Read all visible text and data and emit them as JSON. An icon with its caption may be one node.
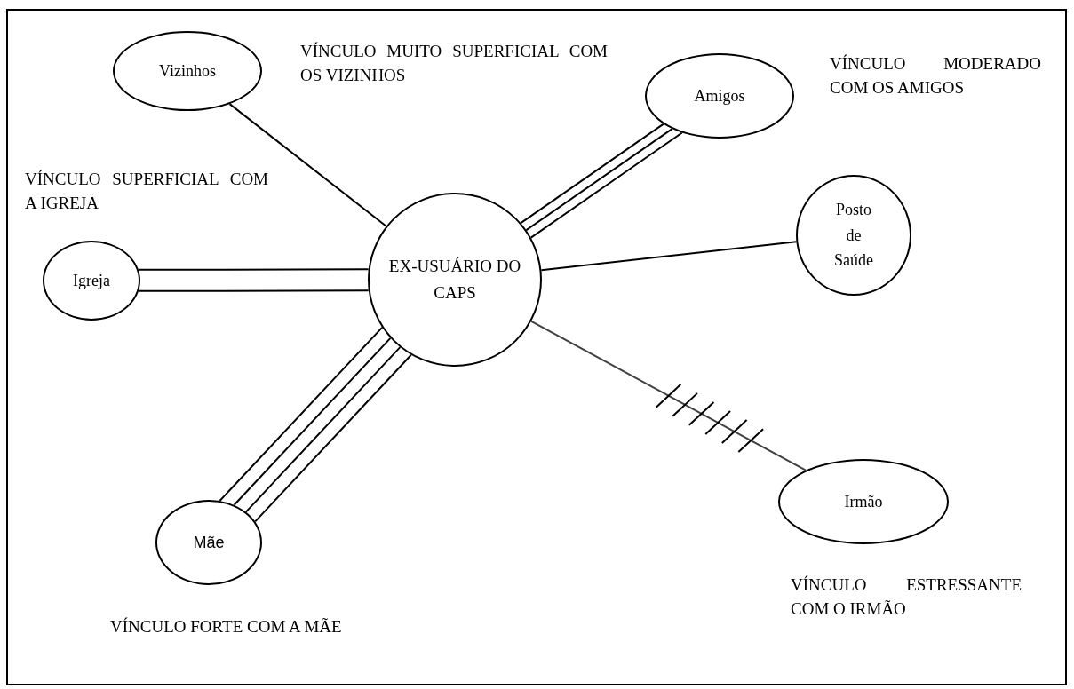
{
  "diagram": {
    "nodes": [
      {
        "text": [
          "EX-USUÁRIO DO CAPS"
        ]
      },
      {
        "text": [
          "Vizinhos"
        ]
      },
      {
        "text": [
          "Amigos"
        ]
      },
      {
        "text": [
          "Igreja"
        ]
      },
      {
        "text": [
          "Posto de Saúde"
        ]
      },
      {
        "text": [
          "Mãe"
        ]
      },
      {
        "text": [
          "Irmão"
        ]
      }
    ],
    "edges": [
      {
        "from": 0,
        "to": 1,
        "arrow": "none"
      },
      {
        "from": 0,
        "to": 2,
        "arrow": "none"
      },
      {
        "from": 0,
        "to": 2,
        "arrow": "none"
      },
      {
        "from": 0,
        "to": 2,
        "arrow": "none"
      },
      {
        "from": 0,
        "to": 3,
        "arrow": "none"
      },
      {
        "from": 0,
        "to": 3,
        "arrow": "none"
      },
      {
        "from": 0,
        "to": 4,
        "arrow": "none"
      },
      {
        "from": 0,
        "to": 5,
        "arrow": "none"
      },
      {
        "from": 0,
        "to": 5,
        "arrow": "none"
      },
      {
        "from": 0,
        "to": 5,
        "arrow": "none"
      },
      {
        "from": 0,
        "to": 5,
        "arrow": "none"
      },
      {
        "from": 0,
        "to": 6,
        "arrow": "none",
        "color": "#404040"
      }
    ],
    "labels": [
      "VÍNCULO MUITO SUPERFICIAL COM OS VIZINHOS",
      "VÍNCULO MODERADO COM OS AMIGOS",
      "VÍNCULO SUPERFICIAL COM A IGREJA",
      "VÍNCULO FORTE COM A MÃE",
      "VÍNCULO ESTRESSANTE COM O IRMÃO"
    ]
  }
}
